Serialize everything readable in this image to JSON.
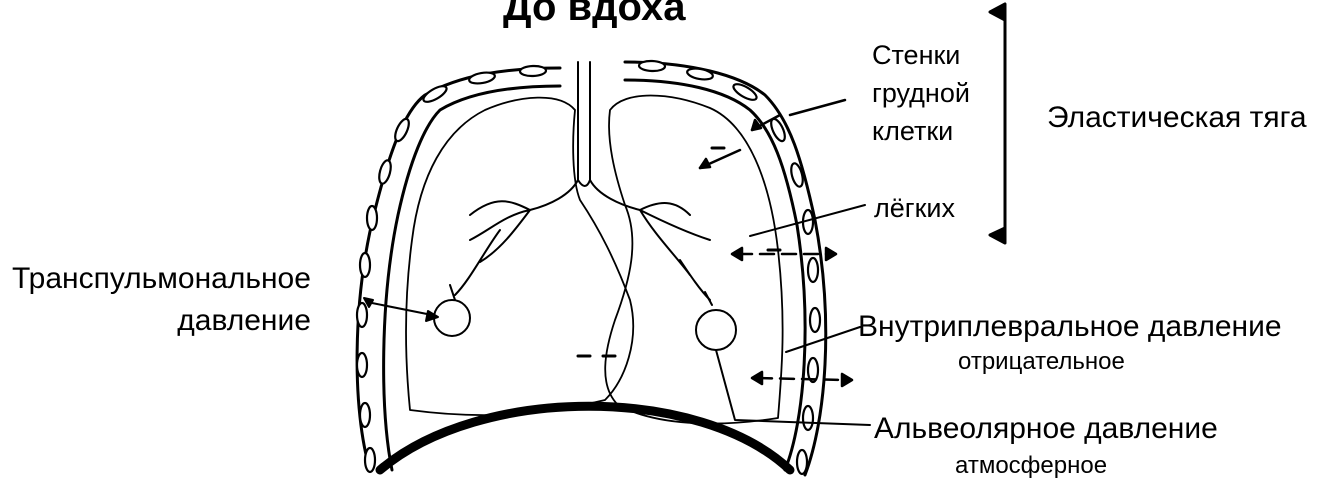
{
  "title": "До вдоха",
  "labels": {
    "chest_wall": [
      "Стенки",
      "грудной",
      "клетки"
    ],
    "elastic_recoil": "Эластическая тяга",
    "lungs": "лёгких",
    "transpulmonary": [
      "Транспульмональное",
      "давление"
    ],
    "intrapleural": "Внутриплевральное давление",
    "intrapleural_value": "отрицательное",
    "alveolar": "Альвеолярное давление",
    "alveolar_value": "атмосферное"
  }
}
